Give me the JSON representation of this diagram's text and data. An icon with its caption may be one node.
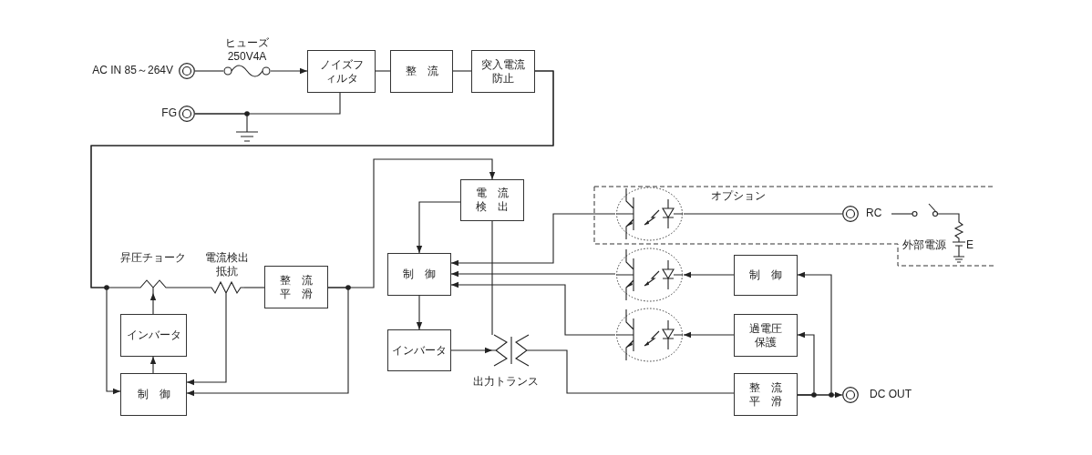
{
  "diagram": {
    "nodes": [
      {
        "text": [
          "AC IN 85～264V"
        ]
      },
      {
        "text": [
          "ヒューズ 250V4A"
        ]
      },
      {
        "text": [
          "ノイズフィルタ"
        ]
      },
      {
        "text": [
          "整流"
        ]
      },
      {
        "text": [
          "突入電流防止"
        ]
      },
      {
        "text": [
          "FG"
        ]
      },
      {
        "text": [],
        "shape": "ground"
      },
      {
        "text": [
          "昇圧チョーク"
        ]
      },
      {
        "text": [
          "電流検出抵抗"
        ]
      },
      {
        "text": [
          "整流平滑"
        ]
      },
      {
        "text": [
          "インバータ"
        ]
      },
      {
        "text": [
          "制御"
        ]
      },
      {
        "text": [
          "電流検出"
        ]
      },
      {
        "text": [
          "制御"
        ]
      },
      {
        "text": [
          "インバータ"
        ]
      },
      {
        "text": [
          "出力トランス"
        ]
      },
      {
        "text": [],
        "shape": "optocoupler"
      },
      {
        "text": [],
        "shape": "optocoupler"
      },
      {
        "text": [],
        "shape": "optocoupler"
      },
      {
        "text": [
          "RC"
        ]
      },
      {
        "text": [
          "外部電源",
          "E"
        ]
      },
      {
        "text": [
          "制御"
        ]
      },
      {
        "text": [
          "過電圧保護"
        ]
      },
      {
        "text": [
          "整流平滑"
        ]
      },
      {
        "text": [
          "DC OUT"
        ]
      }
    ],
    "edges": [
      {
        "from": 0,
        "to": 1,
        "arrow": "none"
      },
      {
        "from": 1,
        "to": 2,
        "arrow": "to"
      },
      {
        "from": 2,
        "to": 3,
        "arrow": "none"
      },
      {
        "from": 3,
        "to": 4,
        "arrow": "none"
      },
      {
        "from": 5,
        "to": 2,
        "arrow": "none"
      },
      {
        "from": 5,
        "to": 6,
        "arrow": "none"
      },
      {
        "from": 4,
        "to": 7,
        "arrow": "none"
      },
      {
        "from": 4,
        "to": 11,
        "arrow": "to"
      },
      {
        "from": 7,
        "to": 8,
        "arrow": "none"
      },
      {
        "from": 8,
        "to": 9,
        "arrow": "none"
      },
      {
        "from": 10,
        "to": 7,
        "arrow": "to"
      },
      {
        "from": 8,
        "to": 11,
        "arrow": "to"
      },
      {
        "from": 11,
        "to": 10,
        "arrow": "to"
      },
      {
        "from": 9,
        "to": 12,
        "arrow": "to"
      },
      {
        "from": 9,
        "to": 11,
        "arrow": "to"
      },
      {
        "from": 12,
        "to": 13,
        "arrow": "to"
      },
      {
        "from": 12,
        "to": 15,
        "arrow": "none"
      },
      {
        "from": 13,
        "to": 14,
        "arrow": "to"
      },
      {
        "from": 14,
        "to": 15,
        "arrow": "to"
      },
      {
        "from": 15,
        "to": 23,
        "arrow": "none"
      },
      {
        "from": 16,
        "to": 13,
        "arrow": "to"
      },
      {
        "from": 17,
        "to": 13,
        "arrow": "to"
      },
      {
        "from": 18,
        "to": 13,
        "arrow": "to"
      },
      {
        "from": 16,
        "to": 19,
        "arrow": "none"
      },
      {
        "from": 19,
        "to": 20,
        "arrow": "none"
      },
      {
        "from": 21,
        "to": 17,
        "arrow": "to"
      },
      {
        "from": 22,
        "to": 18,
        "arrow": "to"
      },
      {
        "from": 23,
        "to": 24,
        "arrow": "to"
      },
      {
        "from": 23,
        "to": 22,
        "arrow": "to"
      },
      {
        "from": 23,
        "to": 21,
        "arrow": "to"
      }
    ],
    "labels": [
      "オプション"
    ]
  }
}
